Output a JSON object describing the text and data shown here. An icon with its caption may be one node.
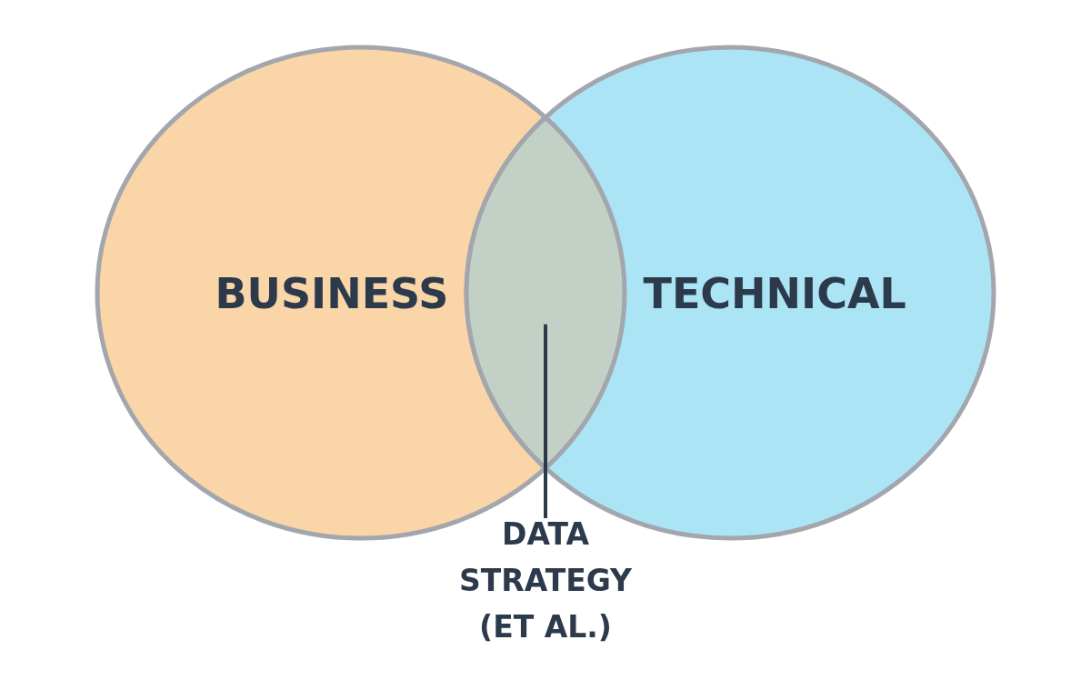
{
  "diagram": {
    "nodes": [
      {
        "text": [
          "BUSINESS"
        ]
      },
      {
        "text": [
          "TECHNICAL"
        ]
      },
      {
        "text": [],
        "shape": "lens"
      },
      {
        "text": [
          "DATA STRATEGY (ET AL.)"
        ]
      }
    ],
    "edges": [
      {
        "from": 3,
        "to": 2,
        "arrow": "none"
      }
    ]
  }
}
